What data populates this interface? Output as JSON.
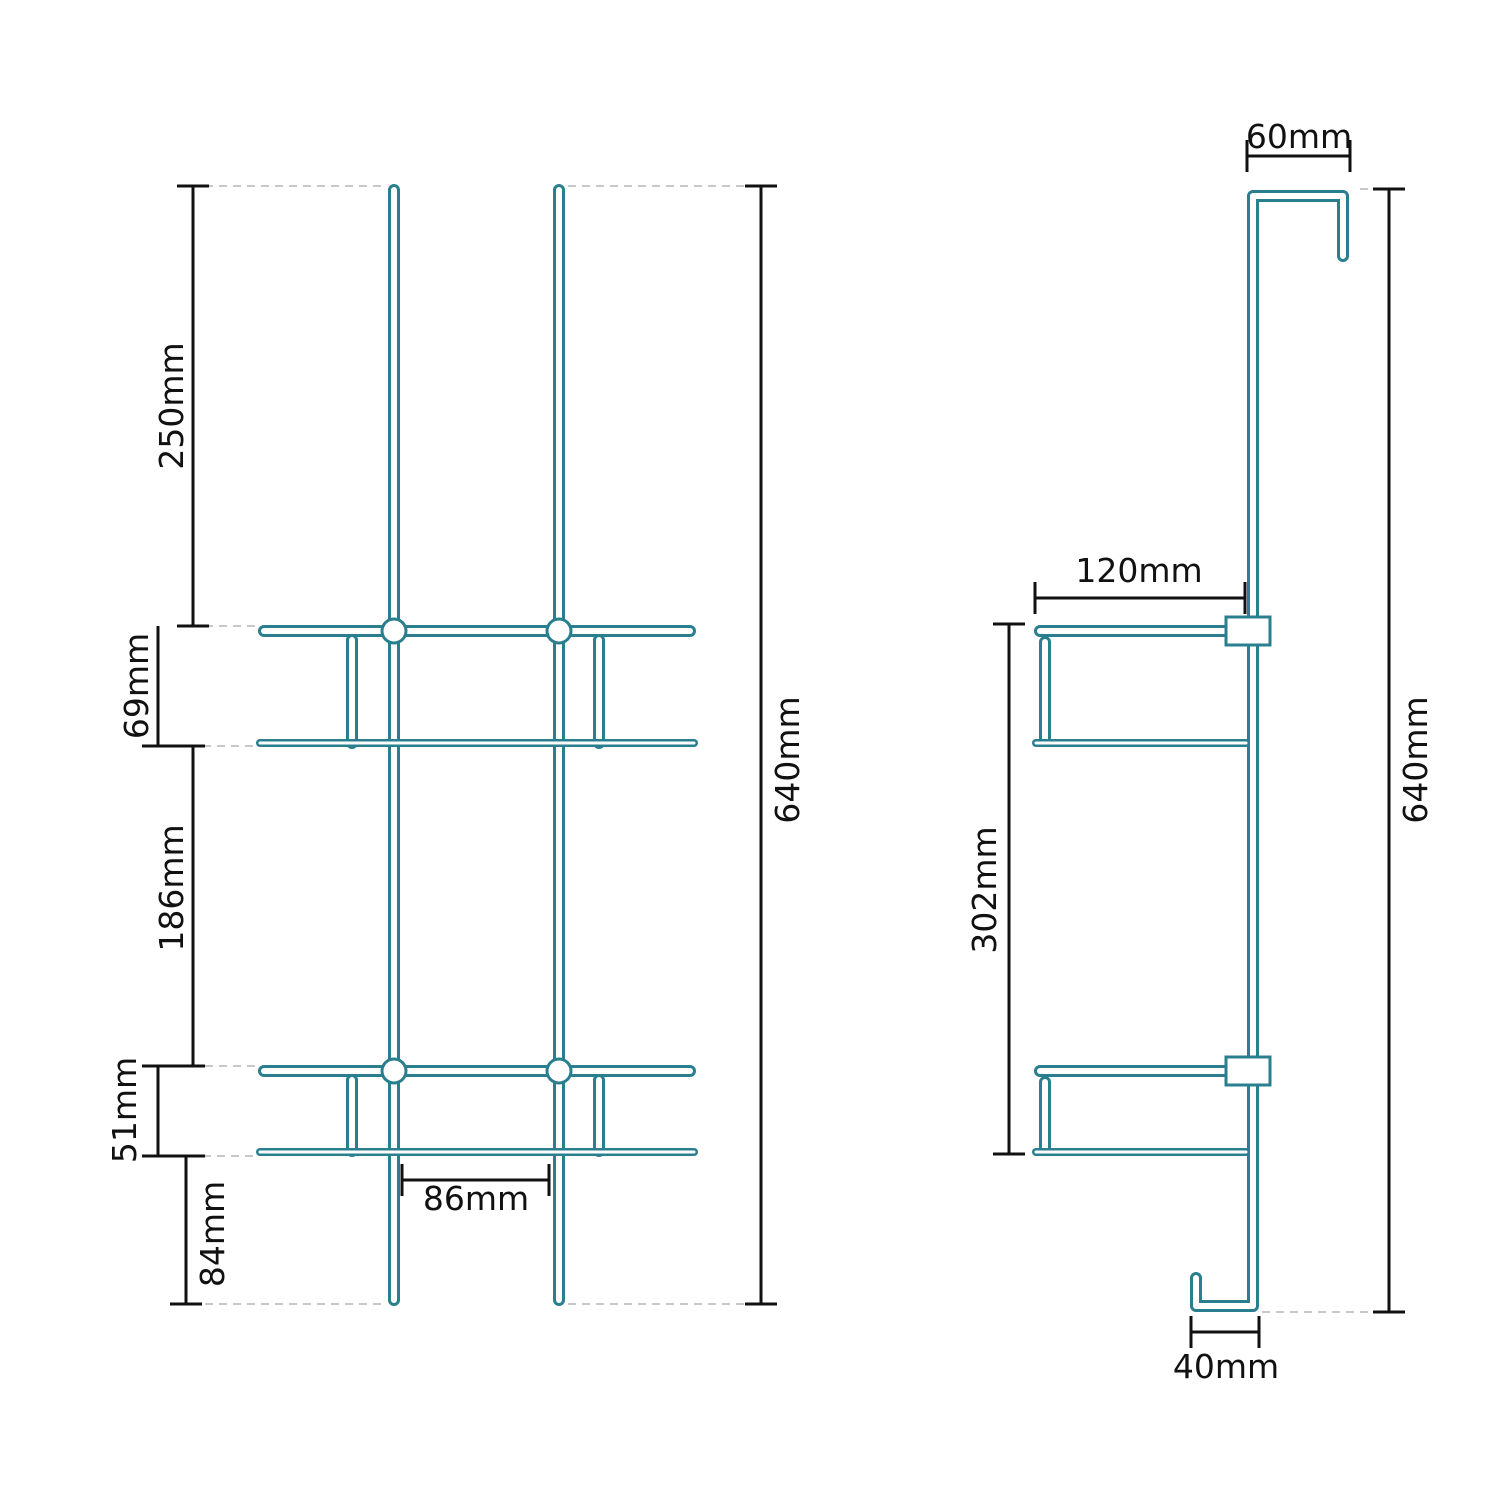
{
  "colors": {
    "wire": "#2a7f8f",
    "dimension": "#111111",
    "extension": "#c8c8c8"
  },
  "front_view": {
    "top_height_label": "250mm",
    "upper_shelf_height_label": "69mm",
    "shelf_gap_label": "186mm",
    "lower_shelf_height_label": "51mm",
    "bottom_height_label": "84mm",
    "rail_spacing_label": "86mm",
    "overall_height_label": "640mm"
  },
  "side_view": {
    "hook_top_width_label": "60mm",
    "shelf_depth_label": "120mm",
    "shelf_span_label": "302mm",
    "overall_height_label": "640mm",
    "hook_bottom_width_label": "40mm"
  }
}
